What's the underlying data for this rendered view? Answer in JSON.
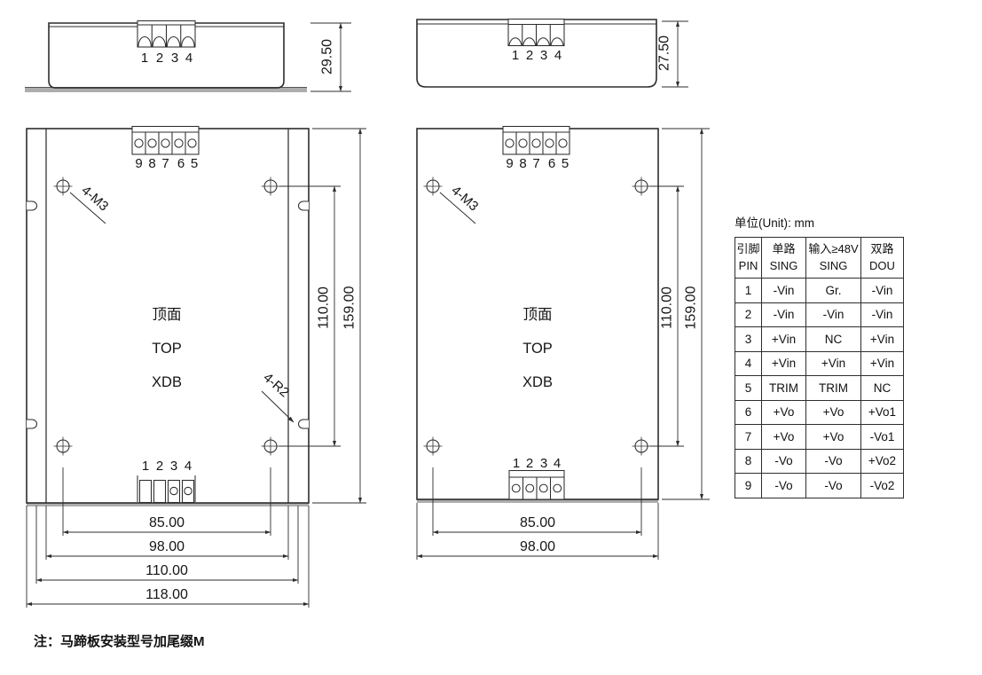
{
  "meta": {
    "unit_label": "单位(Unit): mm",
    "note": "注：马蹄板安装型号加尾缀M"
  },
  "views": {
    "side_flanged": {
      "pins": [
        "1",
        "2",
        "3",
        "4"
      ],
      "height_dim": "29.50"
    },
    "side_plain": {
      "pins": [
        "1",
        "2",
        "3",
        "4"
      ],
      "height_dim": "27.50"
    },
    "top_flanged": {
      "top_pins": [
        "9",
        "8",
        "7",
        "6",
        "5"
      ],
      "bottom_pins": [
        "1",
        "2",
        "3",
        "4"
      ],
      "face": [
        "顶面",
        "TOP",
        "XDB"
      ],
      "hole_label": "4-M3",
      "slot_label": "4-R2",
      "dims": {
        "hole_v": "110.00",
        "height": "159.00",
        "hole_h": "85.00",
        "body_w": "98.00",
        "slot_w": "110.00",
        "flange_w": "118.00"
      }
    },
    "top_plain": {
      "top_pins": [
        "9",
        "8",
        "7",
        "6",
        "5"
      ],
      "bottom_pins": [
        "1",
        "2",
        "3",
        "4"
      ],
      "face": [
        "顶面",
        "TOP",
        "XDB"
      ],
      "hole_label": "4-M3",
      "dims": {
        "hole_v": "110.00",
        "height": "159.00",
        "hole_h": "85.00",
        "body_w": "98.00"
      }
    }
  },
  "pin_table": {
    "headers": [
      [
        "引脚",
        "PIN"
      ],
      [
        "单路",
        "SING"
      ],
      [
        "输入≥48V",
        "SING"
      ],
      [
        "双路",
        "DOU"
      ]
    ],
    "rows": [
      [
        "1",
        "-Vin",
        "Gr.",
        "-Vin"
      ],
      [
        "2",
        "-Vin",
        "-Vin",
        "-Vin"
      ],
      [
        "3",
        "+Vin",
        "NC",
        "+Vin"
      ],
      [
        "4",
        "+Vin",
        "+Vin",
        "+Vin"
      ],
      [
        "5",
        "TRIM",
        "TRIM",
        "NC"
      ],
      [
        "6",
        "+Vo",
        "+Vo",
        "+Vo1"
      ],
      [
        "7",
        "+Vo",
        "+Vo",
        "-Vo1"
      ],
      [
        "8",
        "-Vo",
        "-Vo",
        "+Vo2"
      ],
      [
        "9",
        "-Vo",
        "-Vo",
        "-Vo2"
      ]
    ]
  },
  "colors": {
    "line": "#2d2d2d",
    "shade": "#adadad"
  }
}
